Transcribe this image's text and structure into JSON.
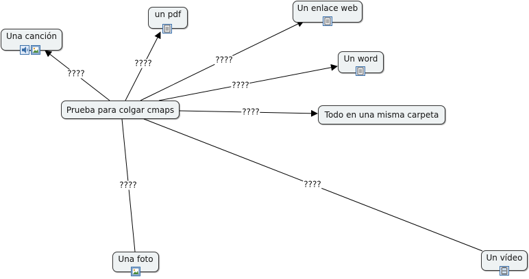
{
  "nodes": {
    "center": "Prueba para colgar cmaps",
    "cancion": "Una canción",
    "pdf": "un pdf",
    "web": "Un enlace web",
    "word": "Un word",
    "carpeta": "Todo en una misma carpeta",
    "foto": "Una foto",
    "video": "Un vídeo"
  },
  "links": {
    "cancion": "????",
    "pdf": "????",
    "web": "????",
    "word": "????",
    "carpeta": "????",
    "foto": "????",
    "video": "????"
  },
  "icons": {
    "cancion": [
      "sound-icon",
      "image-icon"
    ],
    "pdf": [
      "document-icon"
    ],
    "web": [
      "document-icon"
    ],
    "word": [
      "document-icon"
    ],
    "foto": [
      "image-icon"
    ],
    "video": [
      "video-icon"
    ]
  },
  "colors": {
    "node_fill": "#eef2f3",
    "line": "#000000",
    "icon_border": "#3a6fa8"
  }
}
